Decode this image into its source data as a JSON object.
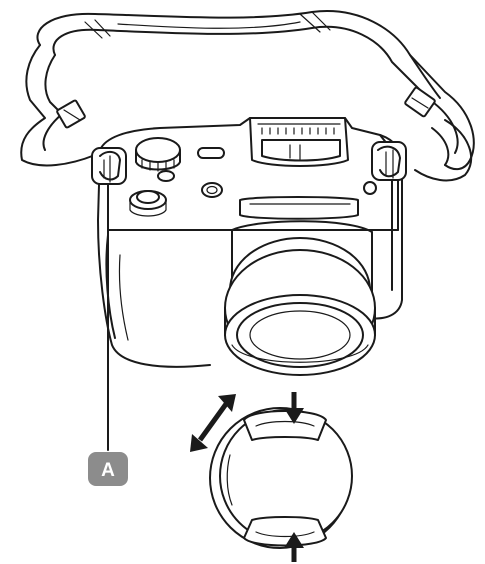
{
  "callouts": [
    {
      "label": "A",
      "color": "#8c8c8c"
    }
  ],
  "colors": {
    "line": "#1a1a1a",
    "background": "#ffffff",
    "callout": "#8c8c8c"
  },
  "icons": [
    "camera-illustration",
    "strap-illustration",
    "lens-cap-illustration",
    "arrow-icon",
    "double-arrow-icon"
  ]
}
